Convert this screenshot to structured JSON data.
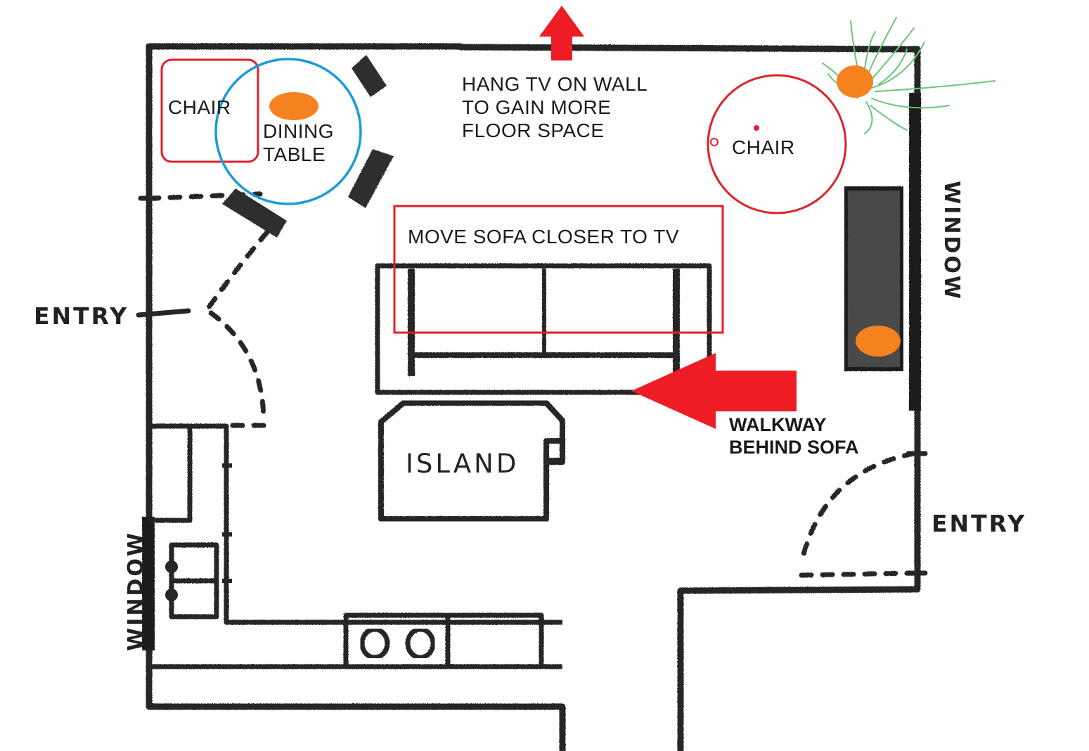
{
  "labels": {
    "tv_note": "HANG TV ON WALL\nTO GAIN MORE\nFLOOR SPACE",
    "chair_left": "CHAIR",
    "dining_table": "DINING\nTABLE",
    "chair_right": "CHAIR",
    "sofa_note": "MOVE SOFA CLOSER TO TV",
    "walkway_note": "WALKWAY\nBEHIND SOFA",
    "island": "ISLAND",
    "entry_left": "ENTRY",
    "entry_right": "ENTRY",
    "window_right": "WINDOW",
    "window_left": "WINDOW"
  },
  "colors": {
    "wall": "#262626",
    "annotation_red": "#e0202a",
    "arrow_red": "#ee1c25",
    "table_blue": "#1b9bd6",
    "accent_orange": "#f5821f",
    "plant_green": "#6cc47a"
  }
}
